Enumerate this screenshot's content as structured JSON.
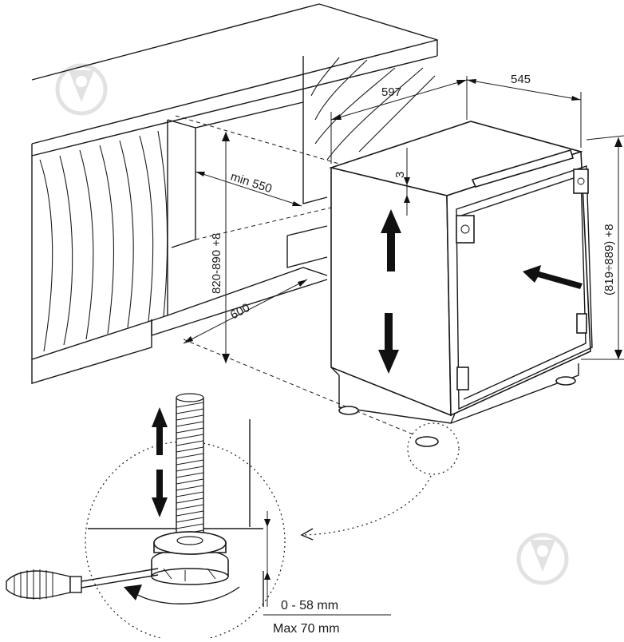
{
  "dimensions": {
    "cabinet_width": "597",
    "cabinet_depth": "545",
    "cabinet_height": "(819÷889) +8",
    "niche_height": "820-890 +8",
    "niche_depth": "600",
    "niche_min_width": "min 550",
    "top_gap": "3"
  },
  "foot": {
    "adjust_range": "0 - 58 mm",
    "max_height": "Max 70 mm"
  },
  "icons": [
    "watermark-logo-icon",
    "arrow-up-icon",
    "arrow-down-icon",
    "arrow-push-icon",
    "screwdriver-icon",
    "rotate-arrow-icon"
  ]
}
